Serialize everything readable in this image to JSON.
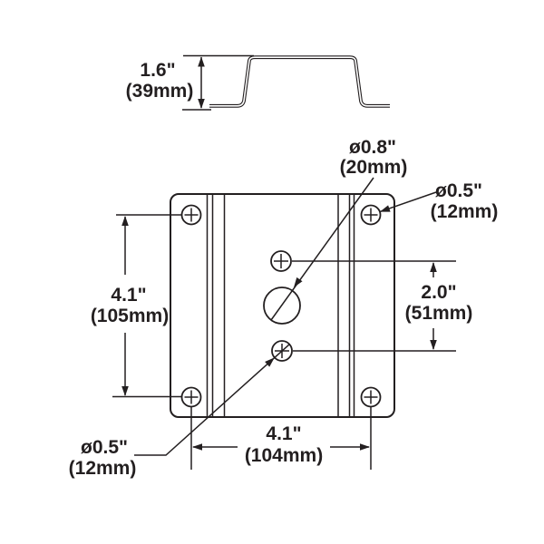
{
  "profile_view": {
    "height": {
      "inches": "1.6\"",
      "metric": "(39mm)"
    }
  },
  "plan_view": {
    "center_hole": {
      "inches": "ø0.8\"",
      "metric": "(20mm)"
    },
    "corner_hole": {
      "inches": "ø0.5\"",
      "metric": "(12mm)"
    },
    "bottom_hole": {
      "inches": "ø0.5\"",
      "metric": "(12mm)"
    },
    "height_dim": {
      "inches": "4.1\"",
      "metric": "(105mm)"
    },
    "hole_spacing_dim": {
      "inches": "2.0\"",
      "metric": "(51mm)"
    },
    "width_dim": {
      "inches": "4.1\"",
      "metric": "(104mm)"
    }
  },
  "colors": {
    "line": "#231f20",
    "background": "#ffffff"
  }
}
